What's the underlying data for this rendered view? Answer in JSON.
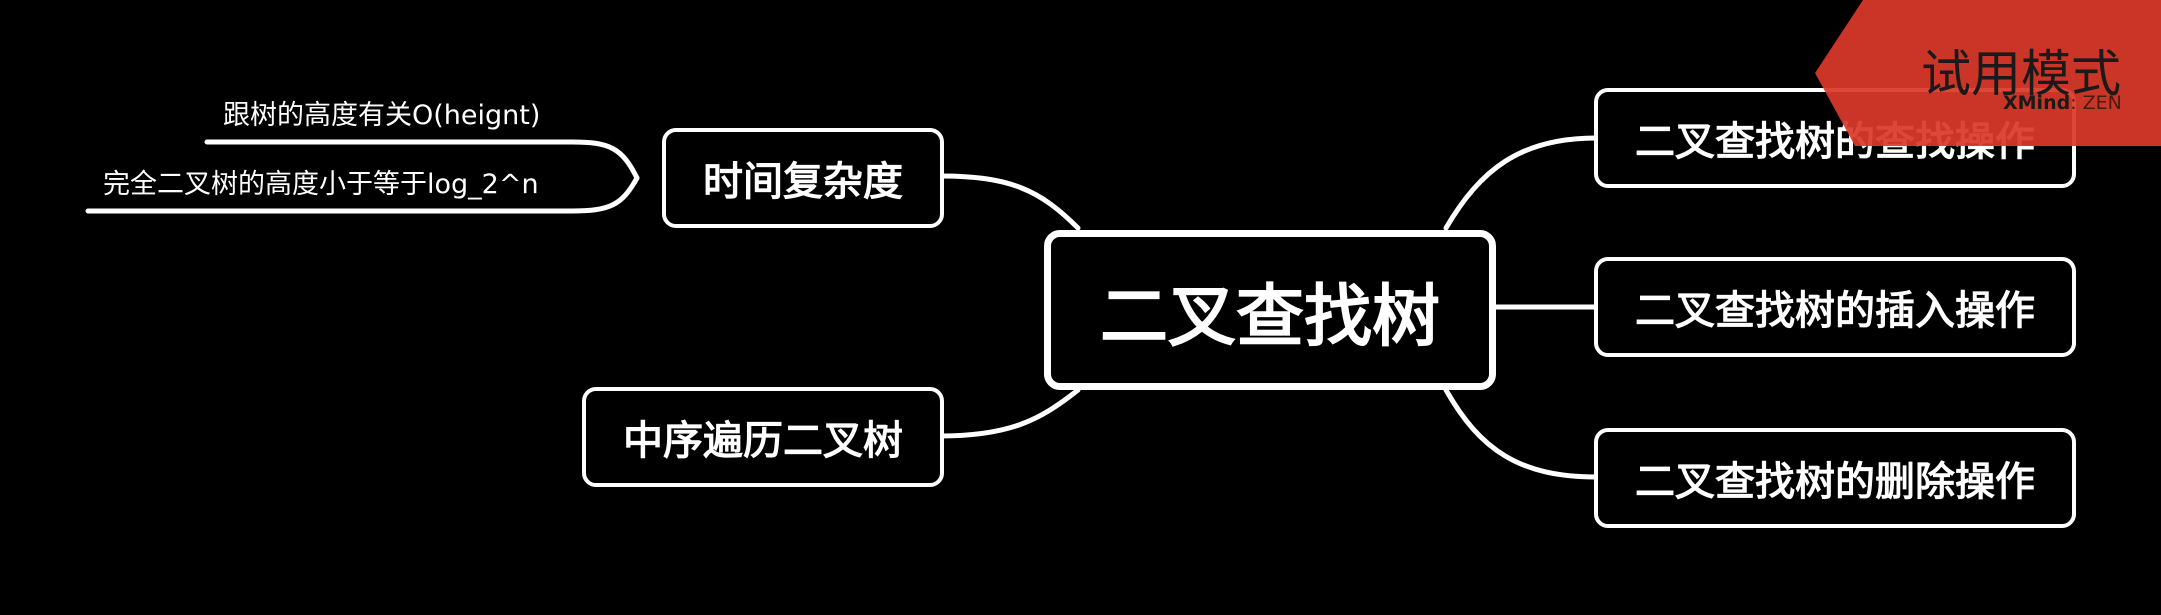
{
  "central": {
    "label": "二叉查找树"
  },
  "branches": {
    "time_complexity": {
      "label": "时间复杂度",
      "children": [
        "跟树的高度有关O(heignt)",
        "完全二叉树的高度小于等于log_2^n"
      ]
    },
    "inorder": {
      "label": "中序遍历二叉树"
    },
    "search": {
      "label": "二叉查找树的查找操作"
    },
    "insert": {
      "label": "二叉查找树的插入操作"
    },
    "delete": {
      "label": "二叉查找树的删除操作"
    }
  },
  "watermark": {
    "title": "试用模式",
    "brand_bold": "XMind",
    "brand_sep": ": ",
    "brand_light": "ZEN"
  },
  "colors": {
    "background": "#000000",
    "line": "#ffffff",
    "watermark": "#d9392a"
  }
}
